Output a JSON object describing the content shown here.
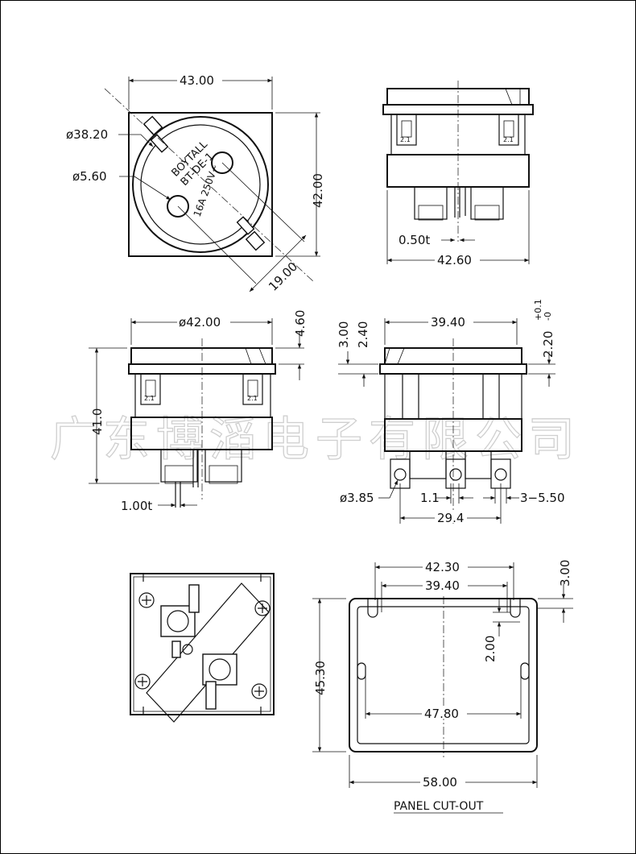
{
  "watermark": "广东博滔电子有限公司",
  "top_view": {
    "width_dim": "43.00",
    "height_dim": "42.00",
    "outer_dia_dim": "ø38.20",
    "pin_dia_dim": "ø5.60",
    "pin_spacing_dim": "19.00",
    "face_text_brand": "BOYTALL",
    "face_text_model": "BT-DE-1",
    "face_text_rating": "16A 250V~"
  },
  "front_view": {
    "thickness_dim": "0.50t",
    "width_dim": "42.60",
    "clip_label_left": "2.1",
    "clip_label_right": "2.1"
  },
  "side_view_left": {
    "dia_dim": "ø42.00",
    "top_dim": "4.60",
    "height_dim": "41.0",
    "thickness_dim": "1.00t",
    "clip_label_left": "2.1",
    "clip_label_right": "2.1"
  },
  "side_view_right": {
    "width_dim": "39.40",
    "dim_3": "3.00",
    "dim_2_4": "2.40",
    "dim_tol": "2.20",
    "tol_upper": "+0.1",
    "tol_lower": "-0",
    "hole_dim": "ø3.85",
    "dim_1_1": "1.1",
    "dim_3_5_5": "3−5.50",
    "pitch_dim": "29.4"
  },
  "panel_cutout": {
    "outer_width": "42.30",
    "inner_width": "39.40",
    "top_dim": "3.00",
    "notch_dim": "2.00",
    "height_dim": "45.30",
    "mid_width": "47.80",
    "total_width": "58.00",
    "caption": "PANEL CUT-OUT"
  }
}
